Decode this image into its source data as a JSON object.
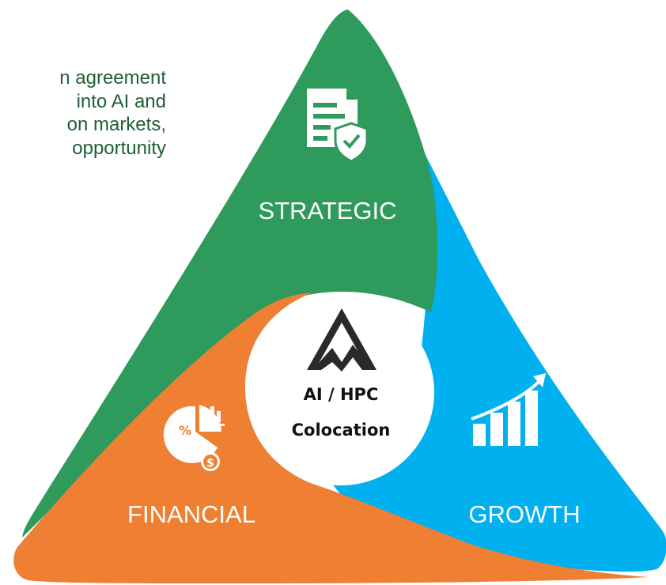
{
  "intro_lines": [
    "n agreement",
    "into AI and",
    "on markets,",
    "opportunity"
  ],
  "segments": {
    "strategic": {
      "label": "STRATEGIC",
      "color": "#2e9a5b",
      "icon": "document-shield-icon"
    },
    "growth": {
      "label": "GROWTH",
      "color": "#00b0ef",
      "icon": "bar-chart-growth-icon"
    },
    "financial": {
      "label": "FINANCIAL",
      "color": "#ee7f33",
      "icon": "pie-chart-finance-icon"
    }
  },
  "center": {
    "line1": "AI / HPC",
    "line2": "Colocation",
    "logo": "mountain-logo-icon"
  },
  "colors": {
    "intro_text": "#1f5f35",
    "center_circle": "#ffffff",
    "logo": "#2a2a2a"
  }
}
